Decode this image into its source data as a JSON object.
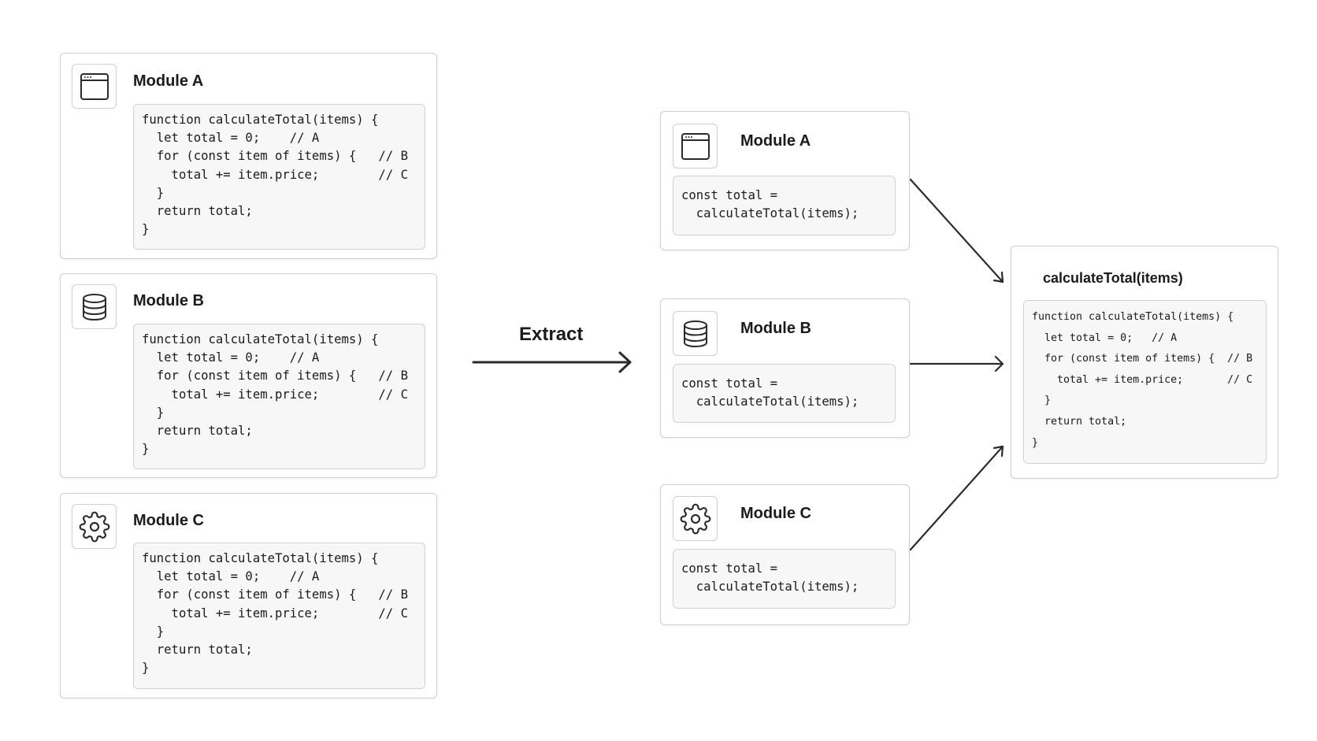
{
  "before": {
    "modules": [
      {
        "title": "Module A",
        "icon": "window-icon",
        "code": "function calculateTotal(items) {\n  let total = 0;    // A\n  for (const item of items) {   // B\n    total += item.price;        // C\n  }\n  return total;\n}"
      },
      {
        "title": "Module B",
        "icon": "database-icon",
        "code": "function calculateTotal(items) {\n  let total = 0;    // A\n  for (const item of items) {   // B\n    total += item.price;        // C\n  }\n  return total;\n}"
      },
      {
        "title": "Module C",
        "icon": "gear-icon",
        "code": "function calculateTotal(items) {\n  let total = 0;    // A\n  for (const item of items) {   // B\n    total += item.price;        // C\n  }\n  return total;\n}"
      }
    ]
  },
  "extract_label": "Extract",
  "after": {
    "modules": [
      {
        "title": "Module A",
        "icon": "window-icon",
        "code": "const total =\n  calculateTotal(items);"
      },
      {
        "title": "Module B",
        "icon": "database-icon",
        "code": "const total =\n  calculateTotal(items);"
      },
      {
        "title": "Module C",
        "icon": "gear-icon",
        "code": "const total =\n  calculateTotal(items);"
      }
    ]
  },
  "shared_function": {
    "title": "calculateTotal(items)",
    "code": "function calculateTotal(items) {\n  let total = 0;   // A\n  for (const item of items) {  // B\n    total += item.price;       // C\n  }\n  return total;\n}"
  }
}
